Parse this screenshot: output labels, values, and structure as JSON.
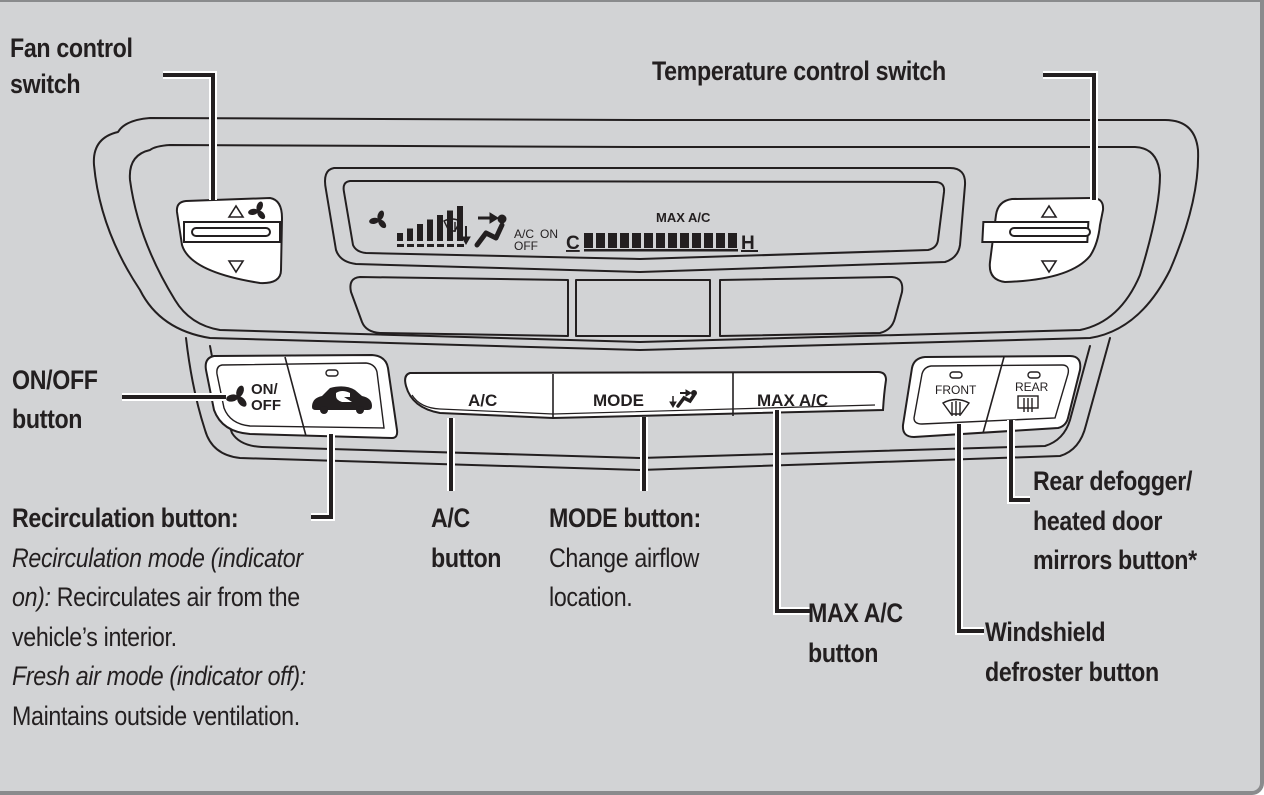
{
  "colors": {
    "background": "#d2d3d5",
    "frame_border": "#8a8b8d",
    "ink": "#231f20",
    "button_face": "#ffffff"
  },
  "callouts": {
    "fan_control": {
      "line1": "Fan control",
      "line2": "switch"
    },
    "temperature_control": {
      "line1": "Temperature control switch"
    },
    "on_off": {
      "line1": "ON/OFF",
      "line2": "button"
    },
    "recirculation": {
      "title": "Recirculation button:",
      "desc1_italic": "Recirculation mode (indicator",
      "desc2_italic": "on):",
      "desc2_rest": " Recirculates air from the",
      "desc3": "vehicle’s interior.",
      "desc4_italic": "Fresh air mode (indicator off):",
      "desc5": "Maintains outside ventilation."
    },
    "ac": {
      "line1": "A/C",
      "line2": "button"
    },
    "mode": {
      "title": "MODE button:",
      "desc1": "Change airflow",
      "desc2": "location."
    },
    "max_ac": {
      "line1": "MAX A/C",
      "line2": "button"
    },
    "windshield_defroster": {
      "line1": "Windshield",
      "line2": "defroster button"
    },
    "rear_defogger": {
      "line1": "Rear defogger/",
      "line2": "heated door",
      "line3": "mirrors button*"
    }
  },
  "panel": {
    "display": {
      "fan_icon": "fan-icon",
      "fan_level_bars": 7,
      "defrost_icon": "windshield-defrost-icon",
      "airflow_icon": "airflow-mode-icon",
      "ac_label": "A/C",
      "ac_on": "ON",
      "ac_off": "OFF",
      "max_ac": "MAX A/C",
      "temp_cold": "C",
      "temp_hot": "H",
      "temp_segments": 13
    },
    "fan_switch": {
      "up_icon": "triangle-up-icon",
      "down_icon": "triangle-down-icon",
      "fan_icon": "fan-icon"
    },
    "temp_switch": {
      "up_icon": "triangle-up-icon",
      "down_icon": "triangle-down-icon"
    },
    "buttons": {
      "on_off": {
        "line1": "ON/",
        "line2": "OFF",
        "icon": "fan-icon"
      },
      "recirculation": {
        "icon": "car-recirculation-icon"
      },
      "ac": {
        "label": "A/C"
      },
      "mode": {
        "label": "MODE",
        "icon": "airflow-mode-icon"
      },
      "max_ac": {
        "label": "MAX A/C"
      },
      "front_defrost": {
        "label": "FRONT",
        "icon": "windshield-defrost-icon"
      },
      "rear_defrost": {
        "label": "REAR",
        "icon": "rear-window-defrost-icon"
      }
    }
  }
}
